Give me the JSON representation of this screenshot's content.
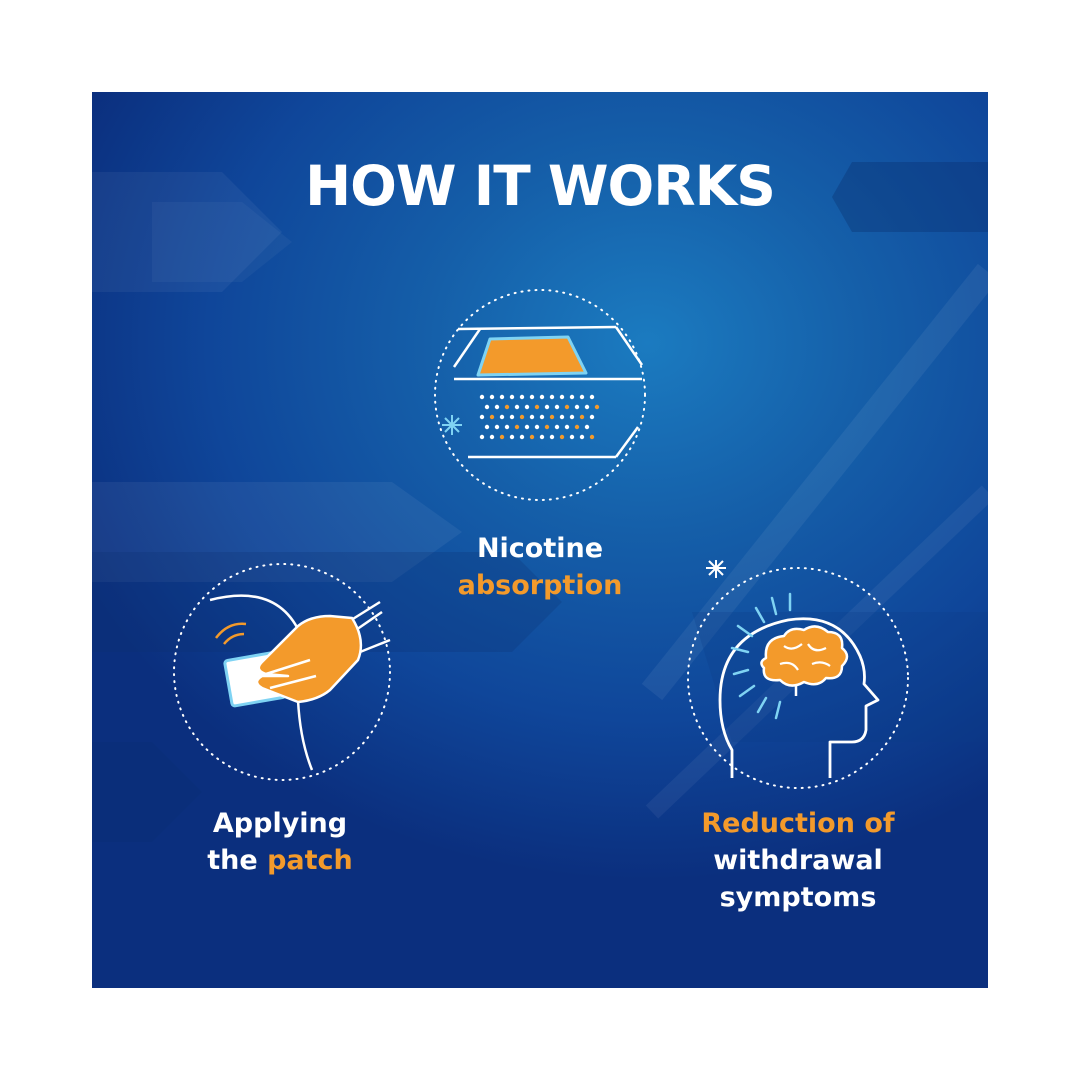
{
  "header": {
    "title": "HOW IT WORKS"
  },
  "steps": [
    {
      "line1": "Applying",
      "line2_prefix": "the ",
      "line2_highlight": "patch",
      "icon": "hand-applying-patch-icon"
    },
    {
      "line1": "Nicotine",
      "line2_highlight": "absorption",
      "icon": "skin-layers-absorption-icon"
    },
    {
      "line1_highlight": "Reduction of",
      "line2": "withdrawal",
      "line3": "symptoms",
      "icon": "head-brain-icon"
    }
  ],
  "colors": {
    "accent": "#f39a2b",
    "background": "#155fa9",
    "text": "#ffffff"
  }
}
